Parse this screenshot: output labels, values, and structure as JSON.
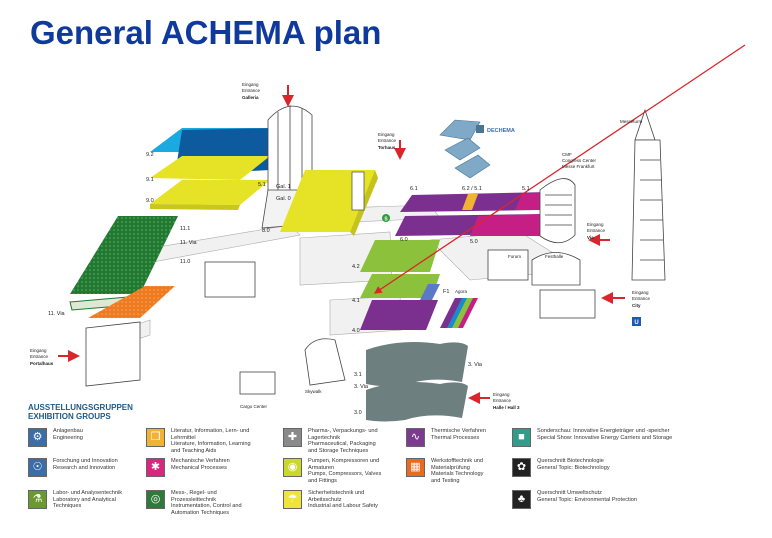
{
  "title": "General ACHEMA plan",
  "entrances": {
    "galleria": [
      "Eingang",
      "Entrance",
      "Galleria"
    ],
    "torhaus": [
      "Eingang",
      "Entrance",
      "Torhaus"
    ],
    "portalhaus": [
      "Eingang",
      "Entrance",
      "Portalhaus"
    ],
    "via": [
      "Eingang",
      "Entrance",
      "Via"
    ],
    "city": [
      "Eingang",
      "Entrance",
      "City"
    ],
    "halle3": [
      "Eingang",
      "Entrance",
      "Halle / Hall 3"
    ]
  },
  "halls": {
    "h9_2": "9.2",
    "h9_1": "9.1",
    "h9_0": "9.0",
    "h11_1": "11.1",
    "h11_via": "11. Via",
    "h11_0": "11.0",
    "h11_via_b": "11. Via",
    "h8_0": "8.0",
    "gal1": "Gal. 1",
    "gal0": "Gal. 0",
    "h5_1_top": "5.1",
    "h6_1": "6.1",
    "h6_2": "6.2 / 5.1",
    "h5_1": "5.1",
    "h6_0": "6.0",
    "h5_0": "5.0",
    "h4_2": "4.2",
    "h4_1": "4.1",
    "h4_0": "4.0",
    "h3_1": "3.1",
    "h3_via": "3. Via",
    "h3_0": "3.0",
    "h3_via_b": "3. Via",
    "f1": "F1",
    "agora": "Agora"
  },
  "buildings": {
    "dechema": "DECHEMA",
    "messeturm": "Messeturm",
    "cmf": [
      "CMF",
      "Congress Center",
      "Messe Frankfurt"
    ],
    "forum": "Forum",
    "festhalle": "Festhalle",
    "cargo": "Cargo Center",
    "skywalk": "Skywalk",
    "u_sign": "U",
    "s_sign": "S"
  },
  "legend": {
    "heading_de": "AUSSTELLUNGSGRUPPEN",
    "heading_en": "EXHIBITION GROUPS",
    "items": [
      {
        "text": "Anlagenbau\nEngineering",
        "color": "#3b6ea8",
        "icon": "engineering-icon",
        "col": 0,
        "row": 0
      },
      {
        "text": "Forschung und Innovation\nResearch and Innovation",
        "color": "#3b6ea8",
        "icon": "research-icon",
        "col": 0,
        "row": 1
      },
      {
        "text": "Labor- und Analysentechnik\nLaboratory and Analytical\nTechniques",
        "color": "#6a9a2f",
        "icon": "laboratory-icon",
        "col": 0,
        "row": 2
      },
      {
        "text": "Literatur, Information, Lern- und\nLehrmittel\nLiterature, Information, Learning\nand Teaching Aids",
        "color": "#f2b233",
        "icon": "literature-icon",
        "col": 1,
        "row": 0
      },
      {
        "text": "Mechanische Verfahren\nMechanical Processes",
        "color": "#d6287f",
        "icon": "mechanical-icon",
        "col": 1,
        "row": 1
      },
      {
        "text": "Mess-, Regel- und\nProzessleittechnik\nInstrumentation, Control and\nAutomation Techniques",
        "color": "#2e7a3a",
        "icon": "instrumentation-icon",
        "col": 1,
        "row": 2
      },
      {
        "text": "Pharma-, Verpackungs- und\nLagertechnik\nPharmaceutical, Packaging\nand Storage Techniques",
        "color": "#8a8a8a",
        "icon": "pharma-icon",
        "col": 2,
        "row": 0
      },
      {
        "text": "Pumpen, Kompressoren und\nArmaturen\nPumps, Compressors, Valves\nand Fittings",
        "color": "#c9d82b",
        "icon": "pumps-icon",
        "col": 2,
        "row": 1
      },
      {
        "text": "Sicherheitstechnik und\nArbeitsschutz\nIndustrial and Labour Safety",
        "color": "#f0e33a",
        "icon": "safety-icon",
        "col": 2,
        "row": 2
      },
      {
        "text": "Thermische Verfahren\nThermal Processes",
        "color": "#7b3b8f",
        "icon": "thermal-icon",
        "col": 3,
        "row": 0
      },
      {
        "text": "Werkstofftechnik und\nMaterialprüfung\nMaterials Technology\nand Testing",
        "color": "#ea6a1f",
        "icon": "materials-icon",
        "col": 3,
        "row": 1
      },
      {
        "text": "Sonderschau: Innovative Energieträger und -speicher\nSpecial Show: Innovative Energy Carriers and Storage",
        "color": "#2e9e8a",
        "icon": "energy-icon",
        "col": 4,
        "row": 0
      },
      {
        "text": "Querschnitt Biotechnologie\nGeneral Topic: Biotechnology",
        "color": "#222222",
        "icon": "biotech-icon",
        "col": 4,
        "row": 1
      },
      {
        "text": "Querschnitt Umweltschutz\nGeneral Topic: Environmental Protection",
        "color": "#222222",
        "icon": "environment-icon",
        "col": 4,
        "row": 2
      }
    ]
  },
  "colors": {
    "title": "#0f3a9c",
    "sky": "#1aa9e0",
    "navy": "#0d5b9e",
    "yellow": "#e6e326",
    "darkgreen": "#1f7a2f",
    "orange": "#f07a1e",
    "purple": "#7b2f8f",
    "magenta": "#c51f86",
    "lime": "#8cc23b",
    "grey": "#6e7f80",
    "arrow": "#d8262c",
    "dechema": "#7fa9c6"
  }
}
